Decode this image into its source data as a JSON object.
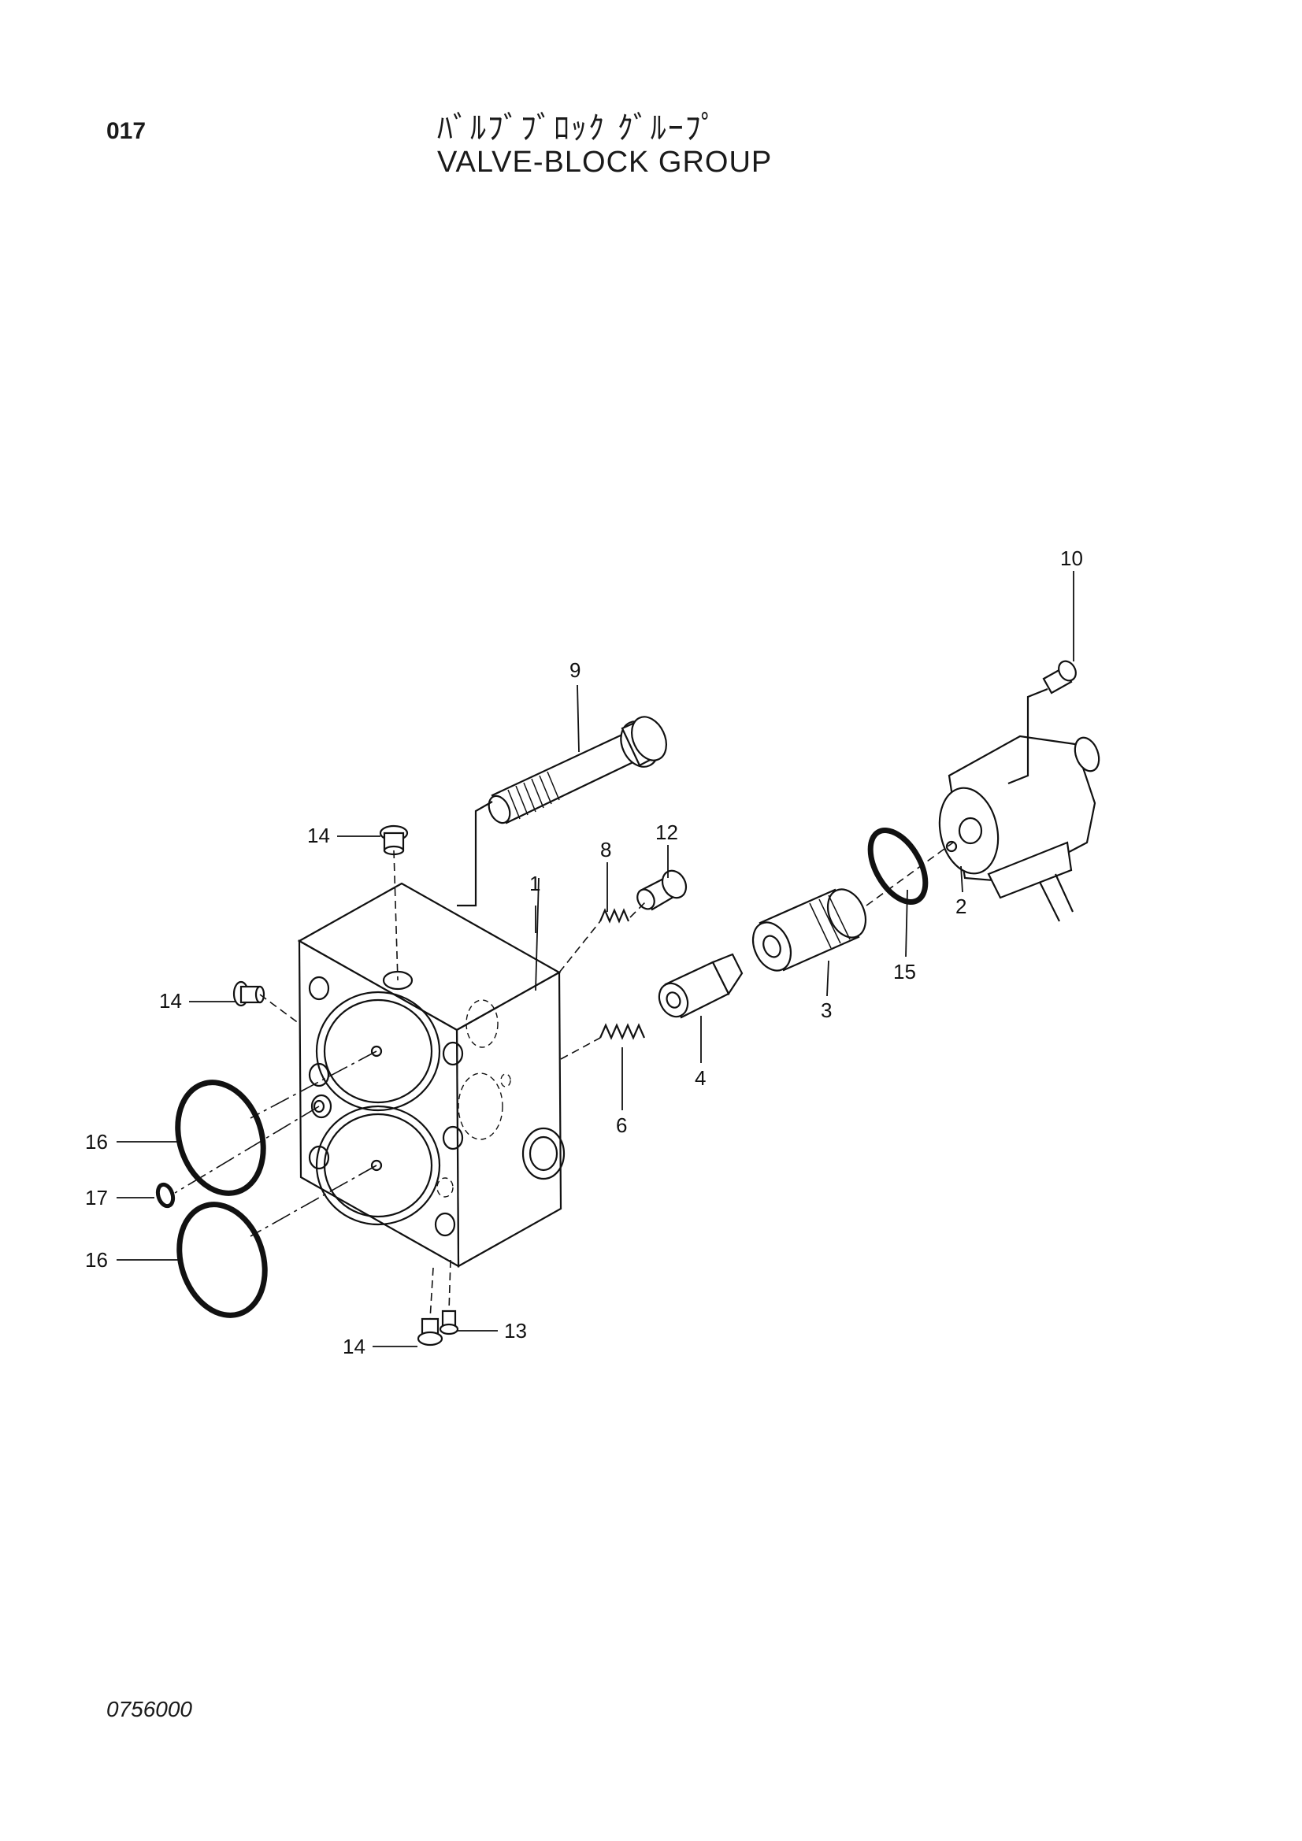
{
  "header": {
    "page_number": "017",
    "title_jp": "ﾊﾞﾙﾌﾞﾌﾞﾛｯｸ ｸﾞﾙｰﾌﾟ",
    "title_en": "VALVE-BLOCK GROUP"
  },
  "footer": {
    "drawing_code": "0756000"
  },
  "callouts": {
    "c1": "1",
    "c2": "2",
    "c3": "3",
    "c4": "4",
    "c6": "6",
    "c8": "8",
    "c9": "9",
    "c10": "10",
    "c12": "12",
    "c13": "13",
    "c14a": "14",
    "c14b": "14",
    "c14c": "14",
    "c15": "15",
    "c16a": "16",
    "c16b": "16",
    "c17": "17"
  }
}
